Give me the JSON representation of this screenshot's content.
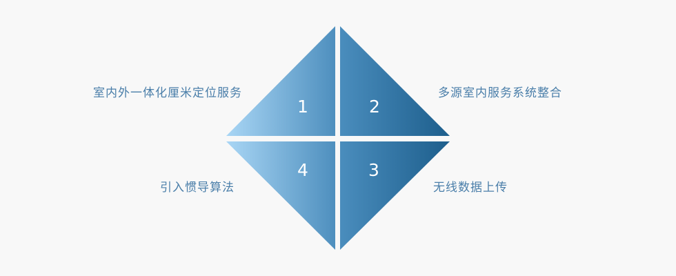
{
  "diagram": {
    "type": "diamond-quadrant",
    "background_color": "#f8f8f8",
    "label_color": "#4a7ea9",
    "number_color": "#ffffff",
    "divider_color": "#f8f8f8",
    "segments": [
      {
        "number": "1",
        "position": "top-left",
        "label": "室内外一体化厘米定位服务",
        "gradient_start": "#a9d6f5",
        "gradient_end": "#4e8fbe"
      },
      {
        "number": "2",
        "position": "top-right",
        "label": "多源室内服务系统整合",
        "gradient_start": "#4a8dbd",
        "gradient_end": "#1d5e8c"
      },
      {
        "number": "3",
        "position": "bottom-right",
        "label": "无线数据上传",
        "gradient_start": "#4a8dbd",
        "gradient_end": "#1d5e8c"
      },
      {
        "number": "4",
        "position": "bottom-left",
        "label": "引入惯导算法",
        "gradient_start": "#a9d6f5",
        "gradient_end": "#4e8fbe"
      }
    ]
  }
}
